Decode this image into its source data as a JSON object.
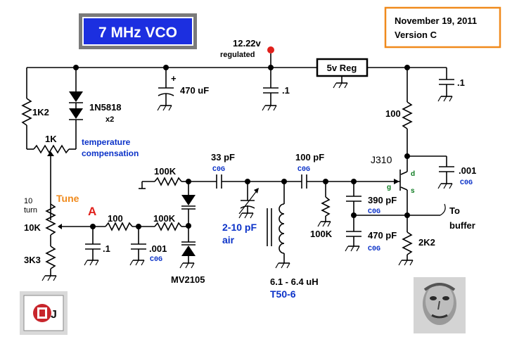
{
  "title": "7 MHz VCO",
  "date_box": {
    "line1": "November 19, 2011",
    "line2": "Version C"
  },
  "supply": {
    "voltage": "12.22v",
    "note": "regulated"
  },
  "regulator": "5v Reg",
  "components": {
    "r_1k2": "1K2",
    "diode_1n5818": "1N5818",
    "diode_count": "x2",
    "pot_1k": "1K",
    "temp_comp_line1": "temperature",
    "temp_comp_line2": "compensation",
    "cap_470uf": "470 uF",
    "cap_470uf_polarity": "+",
    "cap_01_top": ".1",
    "cap_01_right": ".1",
    "r_100_right": "100",
    "jfet": "J310",
    "jfet_d": "d",
    "jfet_g": "g",
    "jfet_s": "s",
    "cap_001_right": ".001",
    "cap_001_right_type": "C0G",
    "cap_33pf": "33 pF",
    "cap_33pf_type": "C0G",
    "cap_100pf": "100 pF",
    "cap_100pf_type": "C0G",
    "r_100k_top": "100K",
    "r_100k_mid": "100K",
    "r_100k_gate": "100K",
    "trimmer": "2-10 pF",
    "trimmer_type": "air",
    "inductor_value": "6.1 - 6.4 uH",
    "inductor_core": "T50-6",
    "cap_390pf": "390 pF",
    "cap_390pf_type": "C0G",
    "cap_470pf": "470 pF",
    "cap_470pf_type": "C0G",
    "r_2k2": "2K2",
    "output_line1": "To",
    "output_line2": "buffer",
    "tune_label": "Tune",
    "turn_line1": "10",
    "turn_line2": "turn",
    "pot_10k": "10K",
    "r_3k3": "3K3",
    "point_a": "A",
    "r_100_left": "100",
    "cap_01_left": ".1",
    "cap_001_left": ".001",
    "cap_001_left_type": "C0G",
    "varactor": "MV2105"
  }
}
